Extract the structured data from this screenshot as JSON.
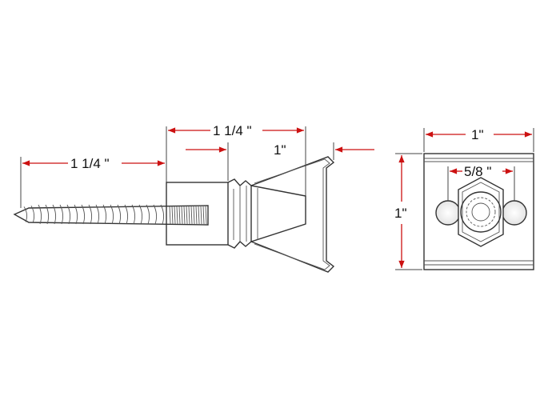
{
  "colors": {
    "dimension": "#cc1111",
    "outline": "#333333",
    "background": "#ffffff"
  },
  "side_view": {
    "screw_length": "1 1/4  \"",
    "body_length": "1 1/4  \"",
    "wing_width": "1\""
  },
  "end_view": {
    "width": "1\"",
    "height": "1\"",
    "hole_spacing": "5/8  \""
  }
}
